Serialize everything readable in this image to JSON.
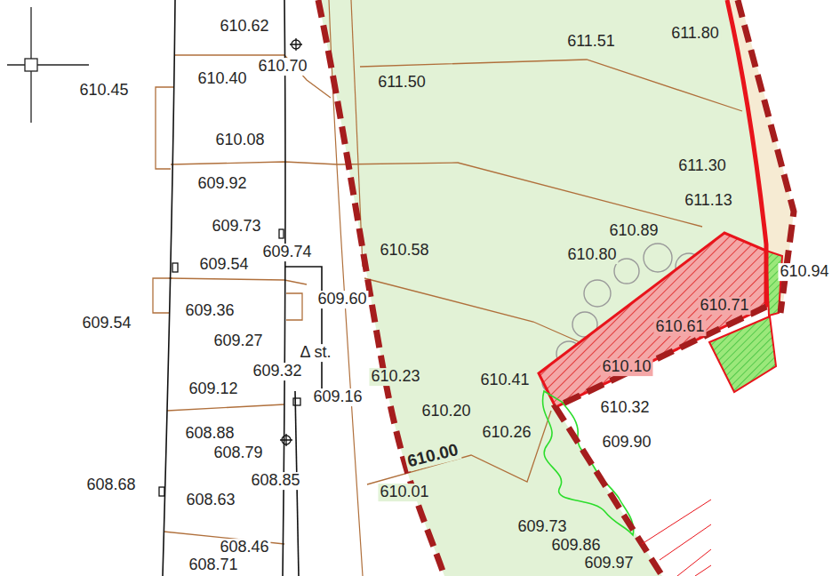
{
  "diagram": {
    "labels": [
      "610.62",
      "611.80",
      "611.51",
      "610.70",
      "610.40",
      "611.50",
      "610.45",
      "610.08",
      "611.30",
      "609.92",
      "611.13",
      "609.73",
      "610.89",
      "610.58",
      "609.74",
      "610.80",
      "609.54",
      "610.94",
      "609.60",
      "610.71",
      "609.36",
      "609.54",
      "610.61",
      "609.27",
      "Δ st.",
      "610.10",
      "609.32",
      "610.23",
      "610.41",
      "609.12",
      "609.16",
      "610.32",
      "610.20",
      "610.26",
      "608.88",
      "609.90",
      "608.79",
      "610.00",
      "608.85",
      "608.68",
      "610.01",
      "608.63",
      "609.73",
      "609.86",
      "608.46",
      "609.97",
      "608.71"
    ]
  }
}
